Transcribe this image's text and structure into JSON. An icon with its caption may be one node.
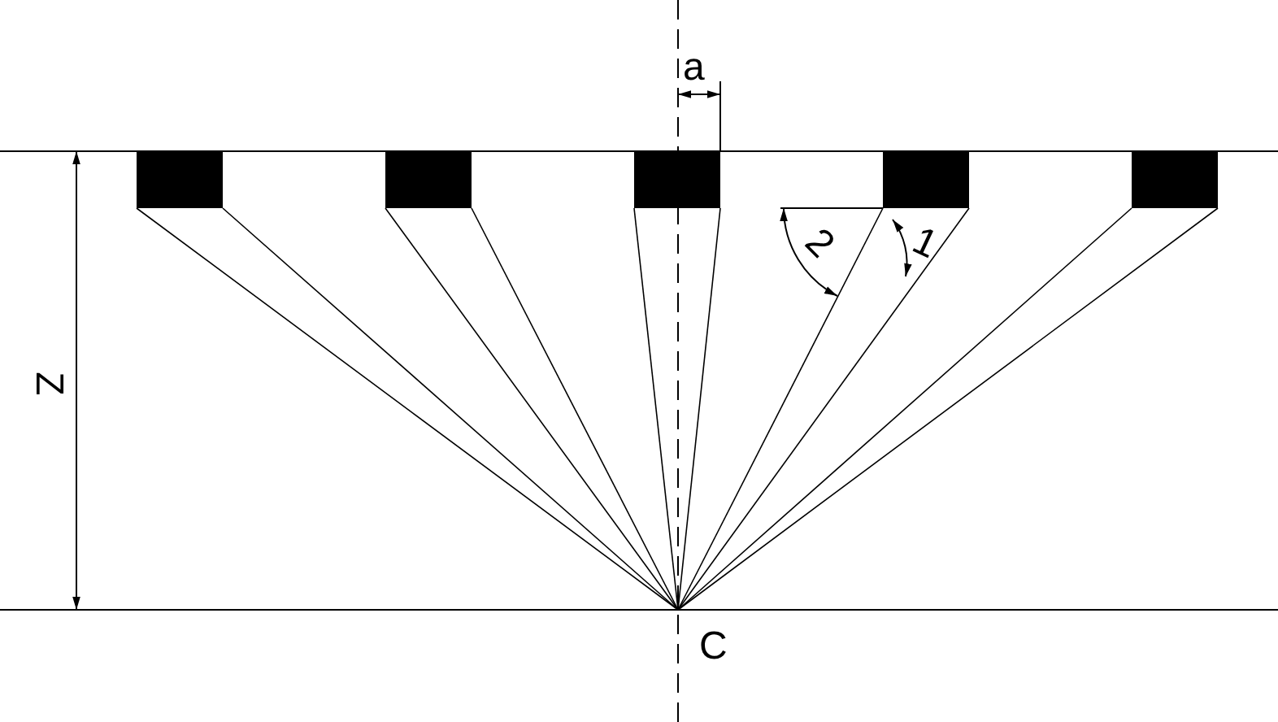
{
  "diagram": {
    "labels": [
      "a",
      "Z",
      "2",
      "1",
      "C"
    ]
  }
}
